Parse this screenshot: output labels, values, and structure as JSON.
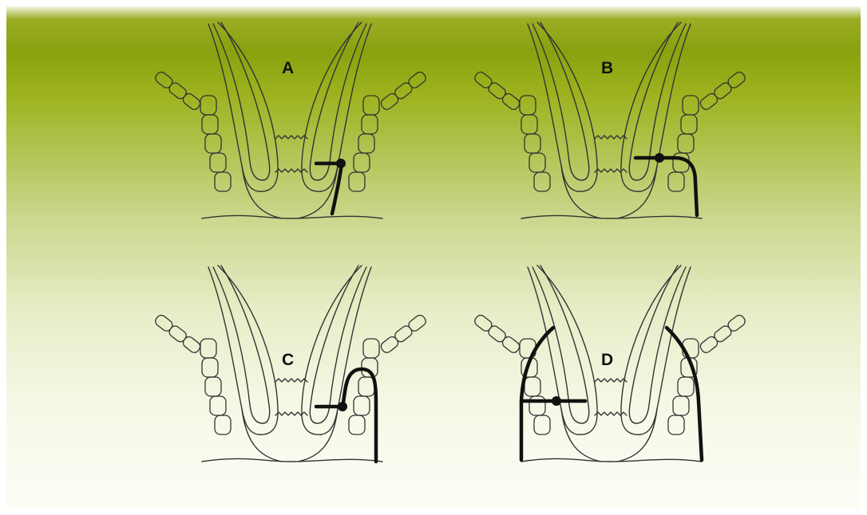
{
  "panels": [
    {
      "id": "A",
      "label": "A"
    },
    {
      "id": "B",
      "label": "B"
    },
    {
      "id": "C",
      "label": "C"
    },
    {
      "id": "D",
      "label": "D"
    }
  ],
  "colors": {
    "background_top": "#8aa10f",
    "background_bottom": "#fdfdf6",
    "line_art": "#333333",
    "fistula_track": "#111111"
  }
}
